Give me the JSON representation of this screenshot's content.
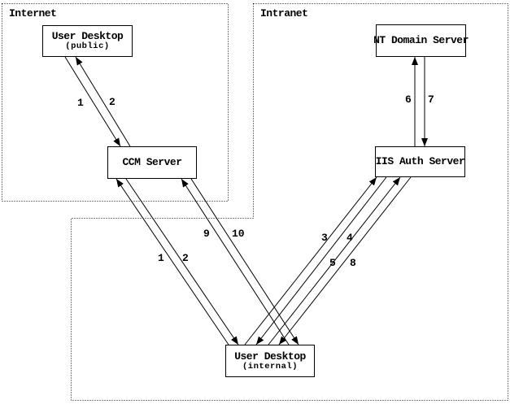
{
  "diagram": {
    "regions": {
      "internet": {
        "label": "Internet"
      },
      "intranet": {
        "label": "Intranet"
      }
    },
    "nodes": {
      "user_desktop_public": {
        "title": "User Desktop",
        "subtitle": "(public)"
      },
      "ccm_server": {
        "title": "CCM Server"
      },
      "nt_domain_server": {
        "title": "NT Domain Server"
      },
      "iis_auth_server": {
        "title": "IIS Auth Server"
      },
      "user_desktop_internal": {
        "title": "User Desktop",
        "subtitle": "(internal)"
      }
    },
    "arrow_labels": {
      "public_to_ccm": [
        "1",
        "2"
      ],
      "internal_to_ccm": [
        "1",
        "2"
      ],
      "internal_to_ccm_9_10": [
        "9",
        "10"
      ],
      "internal_to_iis_3_4": [
        "3",
        "4"
      ],
      "internal_to_iis_5_8": [
        "5",
        "8"
      ],
      "nt_to_iis": [
        "6",
        "7"
      ]
    },
    "colors": {
      "line": "#000000",
      "background": "#ffffff"
    }
  }
}
